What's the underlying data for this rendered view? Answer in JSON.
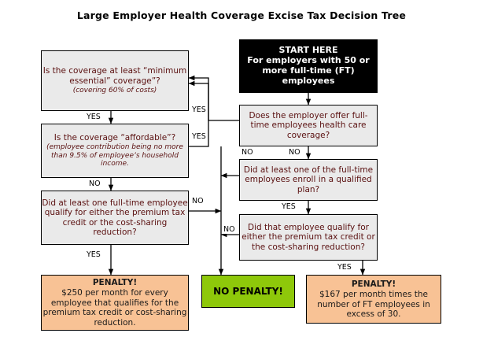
{
  "title": "Large Employer Health Coverage Excise Tax Decision Tree",
  "colors": {
    "question_fill": "#eaeaea",
    "question_text": "#5a1010",
    "start_fill": "#000000",
    "start_text": "#ffffff",
    "penalty_fill": "#f8c295",
    "no_penalty_fill": "#8ec80a",
    "border": "#000000",
    "canvas": "#ffffff"
  },
  "nodes": {
    "start": {
      "head": "START HERE",
      "body": "For employers with 50 or more full-time (FT) employees"
    },
    "q_offer": {
      "main": "Does the employer offer full-time employees health care coverage?"
    },
    "q_enroll": {
      "main": "Did at least one of the full-time employees enroll in a qualified plan?"
    },
    "q_that_employee": {
      "main": "Did that employee qualify for either the premium tax credit or the cost-sharing reduction?"
    },
    "q_minimum": {
      "main": "Is the coverage at least “minimum essential” coverage”?",
      "sub": "(covering 60% of costs)"
    },
    "q_affordable": {
      "main": "Is the coverage “affordable”?",
      "sub": "(employee contribution being no more than 9.5% of employee’s household income."
    },
    "q_qualify": {
      "main": "Did at least one full-time employee qualify for either the premium tax credit or the cost-sharing reduction?"
    },
    "penalty_250": {
      "head": "PENALTY!",
      "body": "$250 per month for every employee that qualifies for the premium tax credit or cost-sharing reduction."
    },
    "no_penalty": {
      "label": "NO PENALTY!"
    },
    "penalty_167": {
      "head": "PENALTY!",
      "body": "$167 per month times the number of FT employees in excess of 30."
    }
  },
  "edge_labels": {
    "offer_yes": "YES",
    "offer_no": "NO",
    "enroll_no": "NO",
    "enroll_yes": "YES",
    "that_employee_no": "NO",
    "that_employee_yes": "YES",
    "minimum_yes": "YES",
    "affordable_no": "NO",
    "affordable_yes": "YES",
    "qualify_yes": "YES",
    "qualify_no": "NO"
  }
}
